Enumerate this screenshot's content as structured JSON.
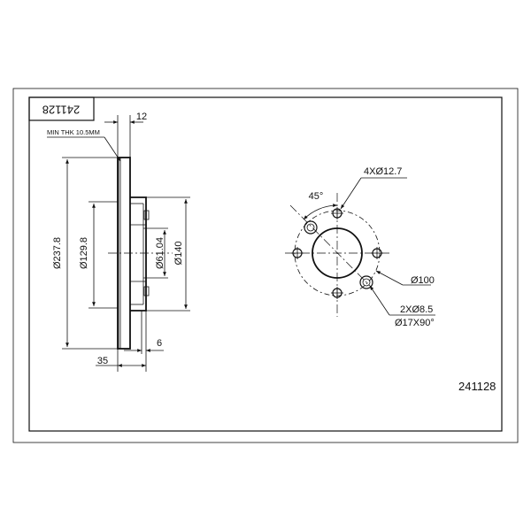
{
  "title_block": {
    "part_number_rotated": "241128",
    "part_number": "241128"
  },
  "side_view": {
    "min_thickness_note": "MIN THK 10.5MM",
    "dim_width_top": "12",
    "dim_outer_diameter": "Ø237.8",
    "dim_braking_inner_diameter": "Ø129.8",
    "dim_center_bore": "Ø61.04",
    "dim_hat_diameter": "Ø140",
    "dim_height": "35",
    "dim_hat_thickness": "6"
  },
  "front_view": {
    "bolt_holes_label": "4XØ12.7",
    "angle_label": "45°",
    "pcd_label": "Ø100",
    "aux_holes_label": "2XØ8.5",
    "countersink_label": "Ø17X90°"
  },
  "colors": {
    "line": "#111111",
    "background": "#ffffff"
  }
}
